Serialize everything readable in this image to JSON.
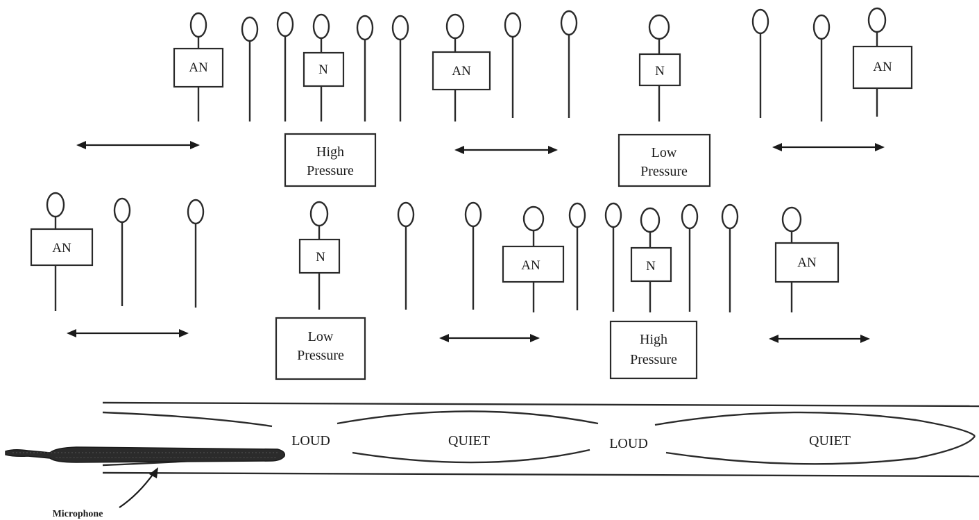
{
  "row1": {
    "node_labels": [
      "AN",
      "N",
      "AN",
      "N",
      "AN"
    ],
    "pressure_labels": [
      {
        "line1": "High",
        "line2": "Pressure"
      },
      {
        "line1": "Low",
        "line2": "Pressure"
      }
    ]
  },
  "row2": {
    "node_labels": [
      "AN",
      "N",
      "AN",
      "N",
      "AN"
    ],
    "pressure_labels": [
      {
        "line1": "Low",
        "line2": "Pressure"
      },
      {
        "line1": "High",
        "line2": "Pressure"
      }
    ]
  },
  "tube": {
    "labels": [
      "LOUD",
      "QUIET",
      "LOUD",
      "QUIET"
    ]
  },
  "microphone_label": "Microphone",
  "colors": {
    "ink": "#1a1a1a",
    "paper": "#ffffff"
  }
}
